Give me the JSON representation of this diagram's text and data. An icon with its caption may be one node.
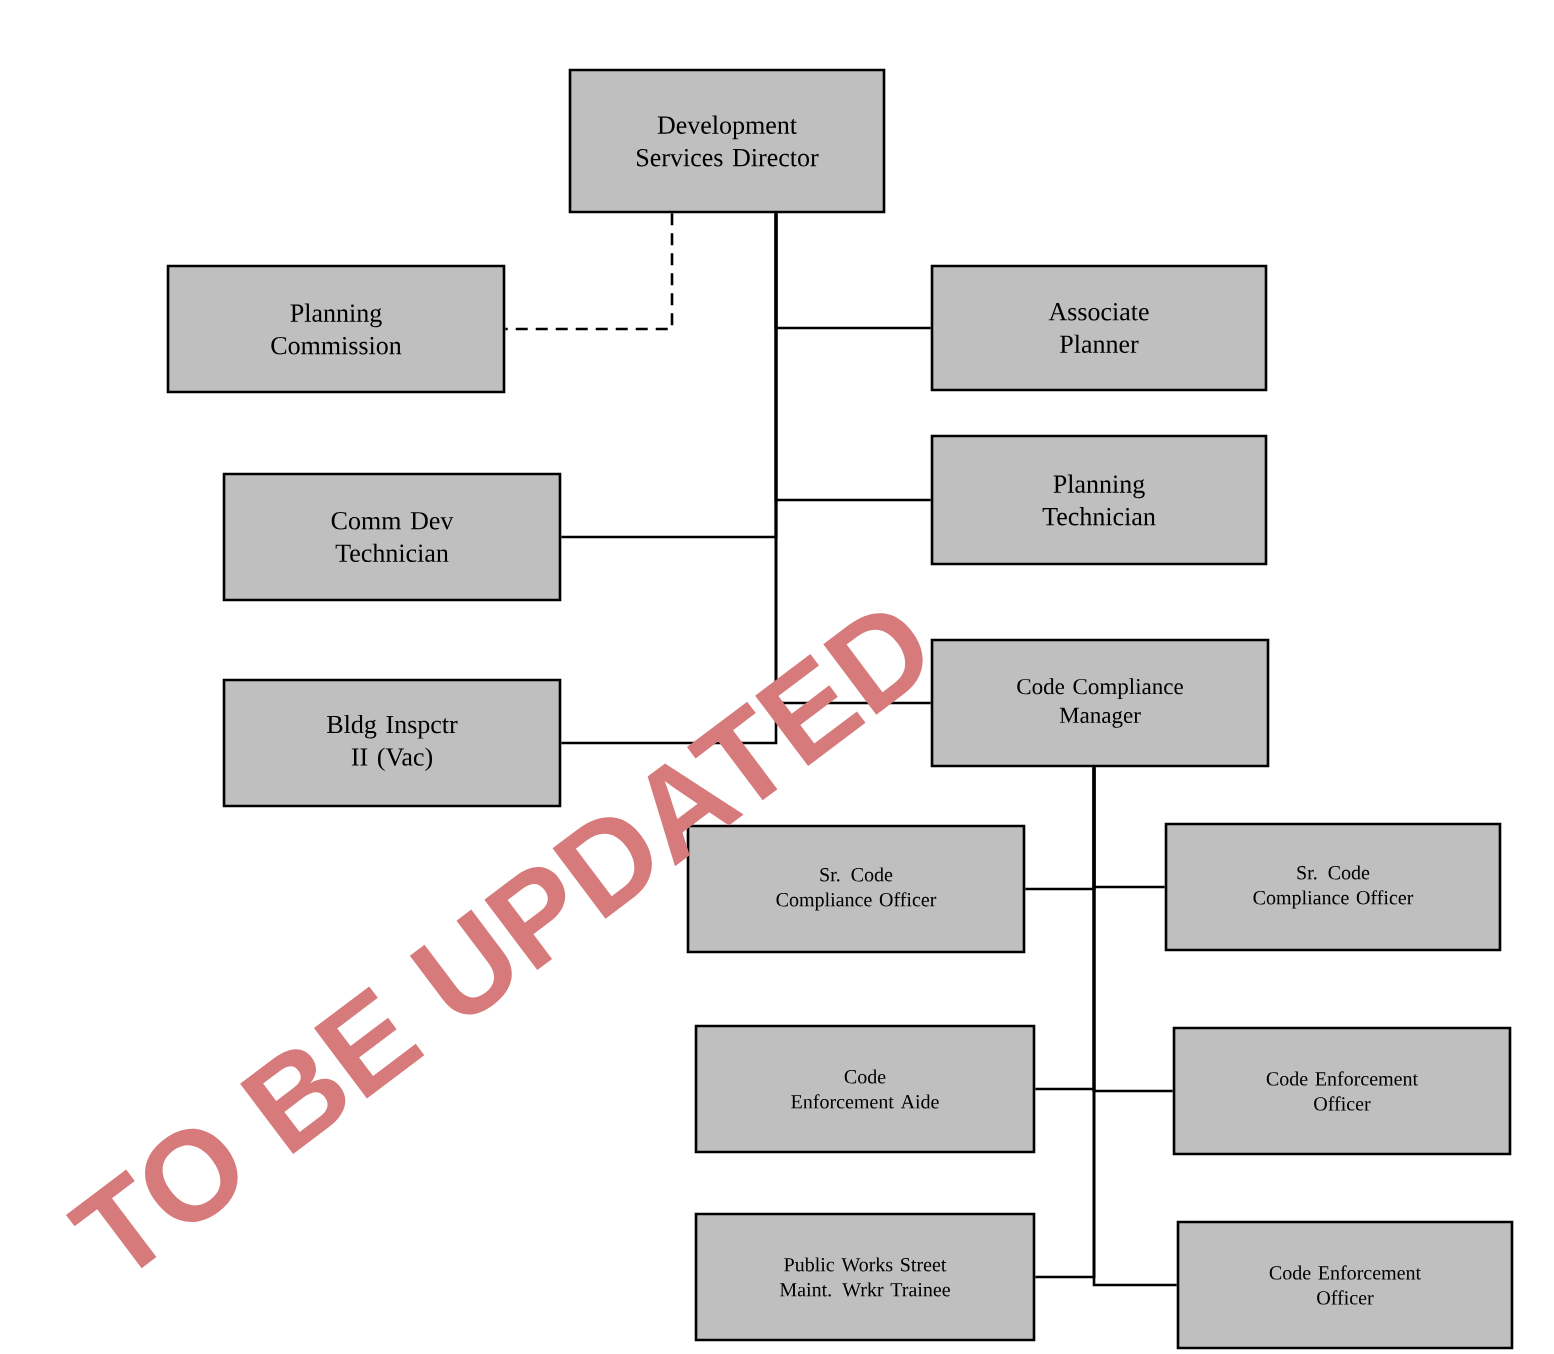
{
  "diagram": {
    "nodes": [
      {
        "text": [
          "Development Services Director"
        ]
      },
      {
        "text": [
          "Planning Commission"
        ]
      },
      {
        "text": [
          "Associate Planner"
        ]
      },
      {
        "text": [
          "Planning Technician"
        ]
      },
      {
        "text": [
          "Comm Dev Technician"
        ]
      },
      {
        "text": [
          "Bldg Inspctr II (Vac)"
        ]
      },
      {
        "text": [
          "Code Compliance Manager"
        ]
      },
      {
        "text": [
          "Sr. Code Compliance Officer"
        ]
      },
      {
        "text": [
          "Sr. Code Compliance Officer"
        ]
      },
      {
        "text": [
          "Code Enforcement Aide"
        ]
      },
      {
        "text": [
          "Code Enforcement Officer"
        ]
      },
      {
        "text": [
          "Public Works Street Maint. Wrkr Trainee"
        ]
      },
      {
        "text": [
          "Code Enforcement Officer"
        ]
      }
    ],
    "edges": [
      {
        "from": 0,
        "to": 1,
        "arrow": "none",
        "style": "dashed"
      },
      {
        "from": 0,
        "to": 2,
        "arrow": "none"
      },
      {
        "from": 0,
        "to": 3,
        "arrow": "none"
      },
      {
        "from": 0,
        "to": 4,
        "arrow": "none"
      },
      {
        "from": 0,
        "to": 6,
        "arrow": "none"
      },
      {
        "from": 0,
        "to": 5,
        "arrow": "none"
      },
      {
        "from": 6,
        "to": 7,
        "arrow": "none"
      },
      {
        "from": 6,
        "to": 8,
        "arrow": "none"
      },
      {
        "from": 6,
        "to": 9,
        "arrow": "none"
      },
      {
        "from": 6,
        "to": 10,
        "arrow": "none"
      },
      {
        "from": 6,
        "to": 11,
        "arrow": "none"
      },
      {
        "from": 6,
        "to": 12,
        "arrow": "none"
      }
    ],
    "labels": [
      "TO BE UPDATED"
    ]
  }
}
